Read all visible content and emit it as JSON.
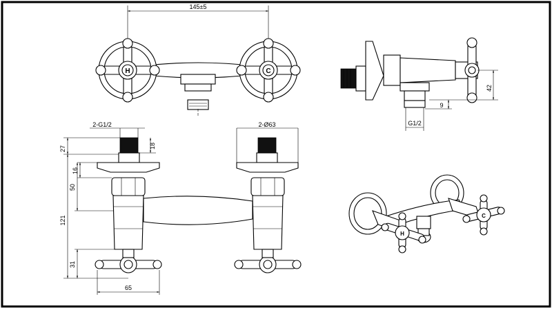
{
  "drawing": {
    "top_view": {
      "center_distance": "145±5",
      "hot_mark": "H",
      "cold_mark": "C"
    },
    "side_view": {
      "height_label": "42",
      "small_offset_label": "9",
      "thread_label": "G1/2"
    },
    "front_view": {
      "thread_spec_left": "2-G1/2",
      "flange_spec_right": "2-Ø63",
      "dim_27": "27",
      "dim_18": "18",
      "dim_16": "16",
      "dim_50": "50",
      "dim_121": "121",
      "dim_31": "31",
      "dim_65": "65"
    },
    "iso_view": {
      "hot_mark": "H",
      "cold_mark": "C"
    }
  }
}
